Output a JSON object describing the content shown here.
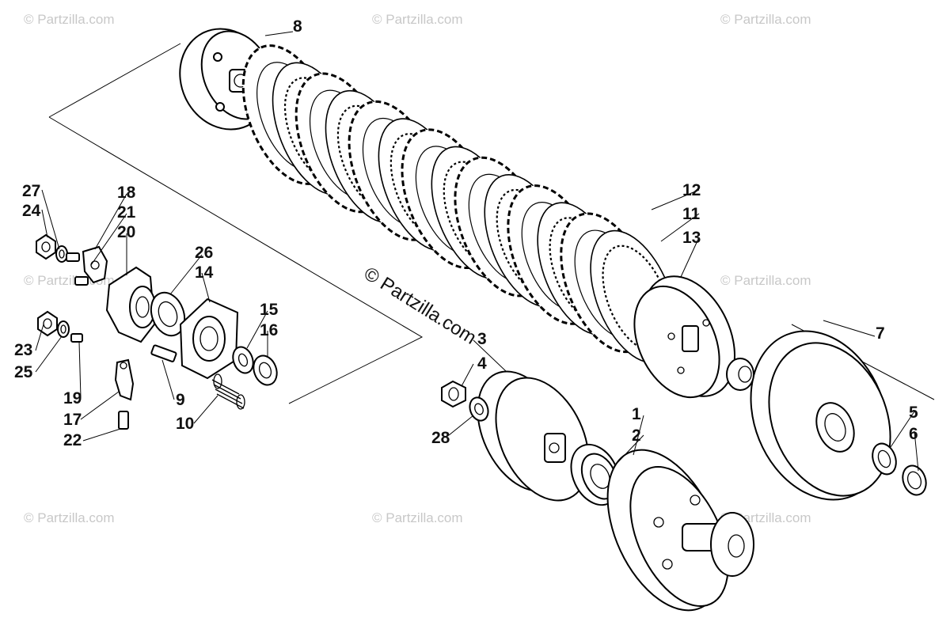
{
  "callouts": [
    "1",
    "2",
    "3",
    "4",
    "5",
    "6",
    "7",
    "8",
    "9",
    "10",
    "11",
    "12",
    "13",
    "14",
    "15",
    "16",
    "17",
    "18",
    "19",
    "20",
    "21",
    "22",
    "23",
    "24",
    "25",
    "26",
    "27",
    "28"
  ],
  "watermark": {
    "small_text": "© Partzilla.com",
    "center_text": "© Partzilla.com"
  },
  "colors": {
    "ink": "#000000",
    "watermark": "#c8c8c8",
    "background": "#ffffff"
  },
  "parts": [
    {
      "id": "pressure-plate",
      "callout": "8"
    },
    {
      "id": "clutch-plate-stack",
      "callout": "12"
    },
    {
      "id": "clutch-hub-disc",
      "callout": "13"
    },
    {
      "id": "clutch-outer-basket",
      "callout": "7"
    },
    {
      "id": "centrifugal-clutch",
      "callout": "3"
    },
    {
      "id": "one-way-clutch",
      "callout": "2"
    },
    {
      "id": "drive-plate-gear",
      "callout": "1"
    }
  ]
}
